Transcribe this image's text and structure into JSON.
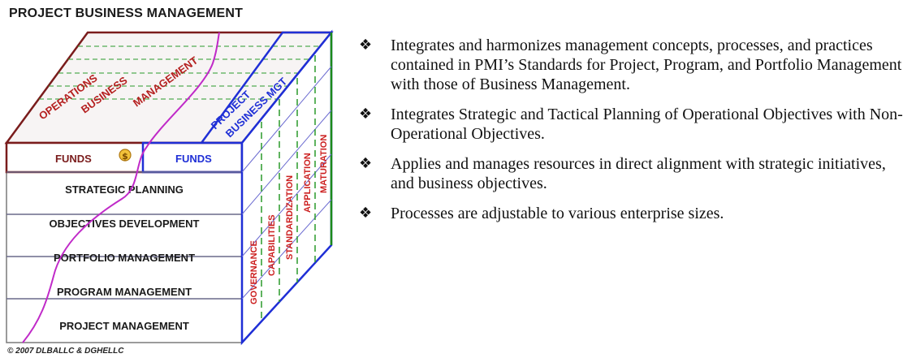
{
  "title": "PROJECT BUSINESS MANAGEMENT",
  "cube": {
    "top_left_label": [
      "OPERATIONS",
      "BUSINESS",
      "MANAGEMENT"
    ],
    "top_right_label": [
      "PROJECT",
      "BUSINESS MGT"
    ],
    "funds_left": "FUNDS",
    "funds_right": "FUNDS",
    "funds_icon": "dollar-coin-icon",
    "layers": [
      "STRATEGIC PLANNING",
      "OBJECTIVES DEVELOPMENT",
      "PORTFOLIO MANAGEMENT",
      "PROGRAM MANAGEMENT",
      "PROJECT MANAGEMENT"
    ],
    "side_labels": [
      "GOVERNANCE",
      "CAPABILITIES",
      "STANDARDIZATION",
      "APPLICATION",
      "MATURATION"
    ]
  },
  "copyright": "© 2007 DLBALLC & DGHELLC",
  "bullets": [
    "Integrates and harmonizes management concepts, processes, and practices contained in PMI’s Standards for Project, Program, and Portfolio Management with those of Business Management.",
    "Integrates Strategic and Tactical Planning of Operational Objectives with Non-Operational Objectives.",
    "Applies and manages resources in direct alignment with strategic initiatives, and business objectives.",
    "Processes are adjustable to various enterprise sizes."
  ],
  "bullet_icon": "diamond-quad-icon",
  "colors": {
    "dark_red": "#7a1c1c",
    "blue": "#1f2fd6",
    "green": "#1a8a1a",
    "magenta": "#c02ac8",
    "red_text": "#cc1f1f",
    "gold": "#e0a020"
  }
}
